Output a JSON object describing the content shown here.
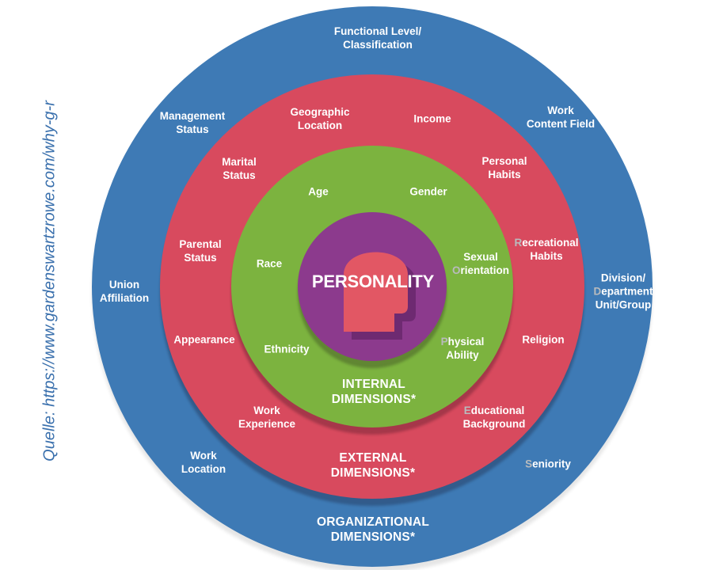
{
  "source_note": "Quelle: https://www.gardenswartzrowe.com/why-g-r",
  "colors": {
    "organizational_ring": "#3e7ab5",
    "external_ring": "#d84a5e",
    "internal_ring": "#7cb33f",
    "personality_circle": "#8c3a8d",
    "head_silhouette": "#e25764",
    "head_shadow": "#6e2a71",
    "label_text": "#ffffff",
    "muted_letter": "#b9bbbd",
    "source_text": "#3a70ad"
  },
  "center": {
    "title": "PERSONALITY"
  },
  "rings": {
    "internal": {
      "title_lines": [
        "INTERNAL",
        "DIMENSIONS*"
      ],
      "labels": [
        {
          "lines": [
            "Age"
          ]
        },
        {
          "lines": [
            "Gender"
          ]
        },
        {
          "lines": [
            "Race"
          ]
        },
        {
          "lines": [
            "Sexual",
            "Orientation"
          ]
        },
        {
          "lines": [
            "Ethnicity"
          ]
        },
        {
          "lines": [
            "Physical",
            "Ability"
          ]
        }
      ]
    },
    "external": {
      "title_lines": [
        "EXTERNAL",
        "DIMENSIONS*"
      ],
      "labels": [
        {
          "lines": [
            "Geographic",
            "Location"
          ]
        },
        {
          "lines": [
            "Income"
          ]
        },
        {
          "lines": [
            "Marital",
            "Status"
          ]
        },
        {
          "lines": [
            "Personal",
            "Habits"
          ]
        },
        {
          "lines": [
            "Parental",
            "Status"
          ]
        },
        {
          "lines": [
            "Recreational",
            "Habits"
          ]
        },
        {
          "lines": [
            "Appearance"
          ]
        },
        {
          "lines": [
            "Religion"
          ]
        },
        {
          "lines": [
            "Work",
            "Experience"
          ]
        },
        {
          "lines": [
            "Educational",
            "Background"
          ]
        }
      ]
    },
    "organizational": {
      "title_lines": [
        "ORGANIZATIONAL",
        "DIMENSIONS*"
      ],
      "labels": [
        {
          "lines": [
            "Functional Level/",
            "Classification"
          ]
        },
        {
          "lines": [
            "Management",
            "Status"
          ]
        },
        {
          "lines": [
            "Work",
            "Content Field"
          ]
        },
        {
          "lines": [
            "Union",
            "Affiliation"
          ]
        },
        {
          "lines": [
            "Division/",
            "Department",
            "Unit/Group"
          ]
        },
        {
          "lines": [
            "Work",
            "Location"
          ]
        },
        {
          "lines": [
            "Seniority"
          ]
        }
      ]
    }
  }
}
